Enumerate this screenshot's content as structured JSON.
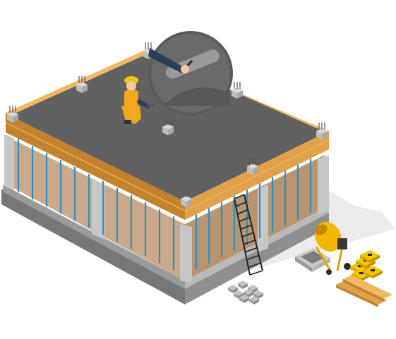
{
  "scene": {
    "subject": "isometric-concrete-slab-construction",
    "colors": {
      "background": "#ffffff",
      "shadow": "#ececec",
      "slab_top": "#616161",
      "slab_top_edge": "#575757",
      "formwork_wood": "#e3a04a",
      "formwork_wood_dark": "#c4822f",
      "formwork_wood_light": "#f0b864",
      "wall_concrete": "#b8b8b8",
      "wall_concrete_dark": "#9b9b9b",
      "base_concrete": "#8f8f8f",
      "base_concrete_dark": "#777777",
      "ground_dirt": "#c9a98a",
      "ground_dirt_dark": "#b8946f",
      "prop_blue": "#2f8fc9",
      "column_grey": "#c7c7c7",
      "worker_orange": "#f2a81d",
      "worker_helmet": "#f5c400",
      "mixer_yellow": "#f5b800",
      "magnifier_ring": "#5a5a5a",
      "magnifier_fill": "#6a6a6a",
      "trowel_grey": "#9a9a9a"
    },
    "elements": {
      "slab": "concrete-slab",
      "worker": "worker-kneeling",
      "magnifier": "magnifier-trowel-detail",
      "ladder": "ladder",
      "mixer": "cement-mixer",
      "tray": "mixing-tray",
      "bags": "cement-bags",
      "planks": "wood-planks",
      "blocks": "paving-blocks"
    }
  }
}
